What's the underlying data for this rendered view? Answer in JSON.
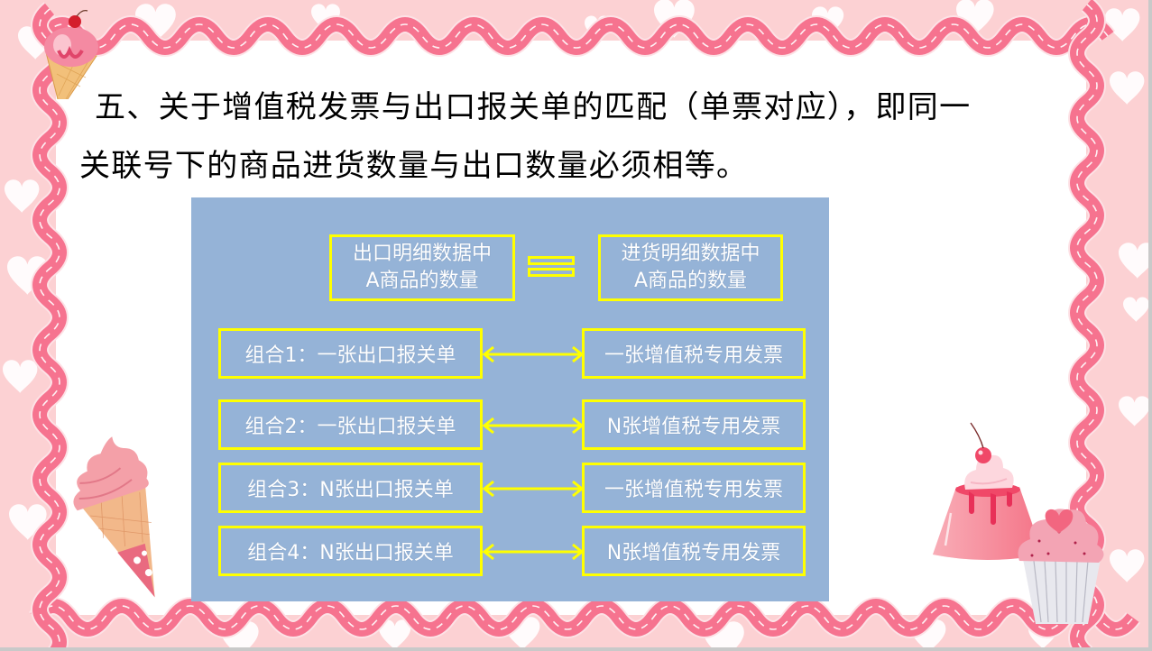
{
  "slide": {
    "heading_line1": "五、关于增值税发票与出口报关单的匹配（单票对应），即同一",
    "heading_line2": "关联号下的商品进货数量与出口数量必须相等。"
  },
  "diagram": {
    "panel_color": "#95b3d7",
    "box_border_color": "#ffff00",
    "equation": {
      "left_line1": "出口明细数据中",
      "left_line2": "A商品的数量",
      "operator": "=",
      "right_line1": "进货明细数据中",
      "right_line2": "A商品的数量"
    },
    "combinations": [
      {
        "left": "组合1：一张出口报关单",
        "right": "一张增值税专用发票"
      },
      {
        "left": "组合2：一张出口报关单",
        "right": "N张增值税专用发票"
      },
      {
        "left": "组合3：N张出口报关单",
        "right": "一张增值税专用发票"
      },
      {
        "left": "组合4：N张出口报关单",
        "right": "N张增值税专用发票"
      }
    ],
    "connector_icon": "double-headed-arrow"
  },
  "decorations": {
    "border_color": "#f6738f",
    "background_color": "#fcd1d3",
    "items": [
      "ice-cream-cone-top-left",
      "ice-cream-cone-bottom-left",
      "pudding-with-cherry",
      "cupcake-with-heart"
    ]
  }
}
